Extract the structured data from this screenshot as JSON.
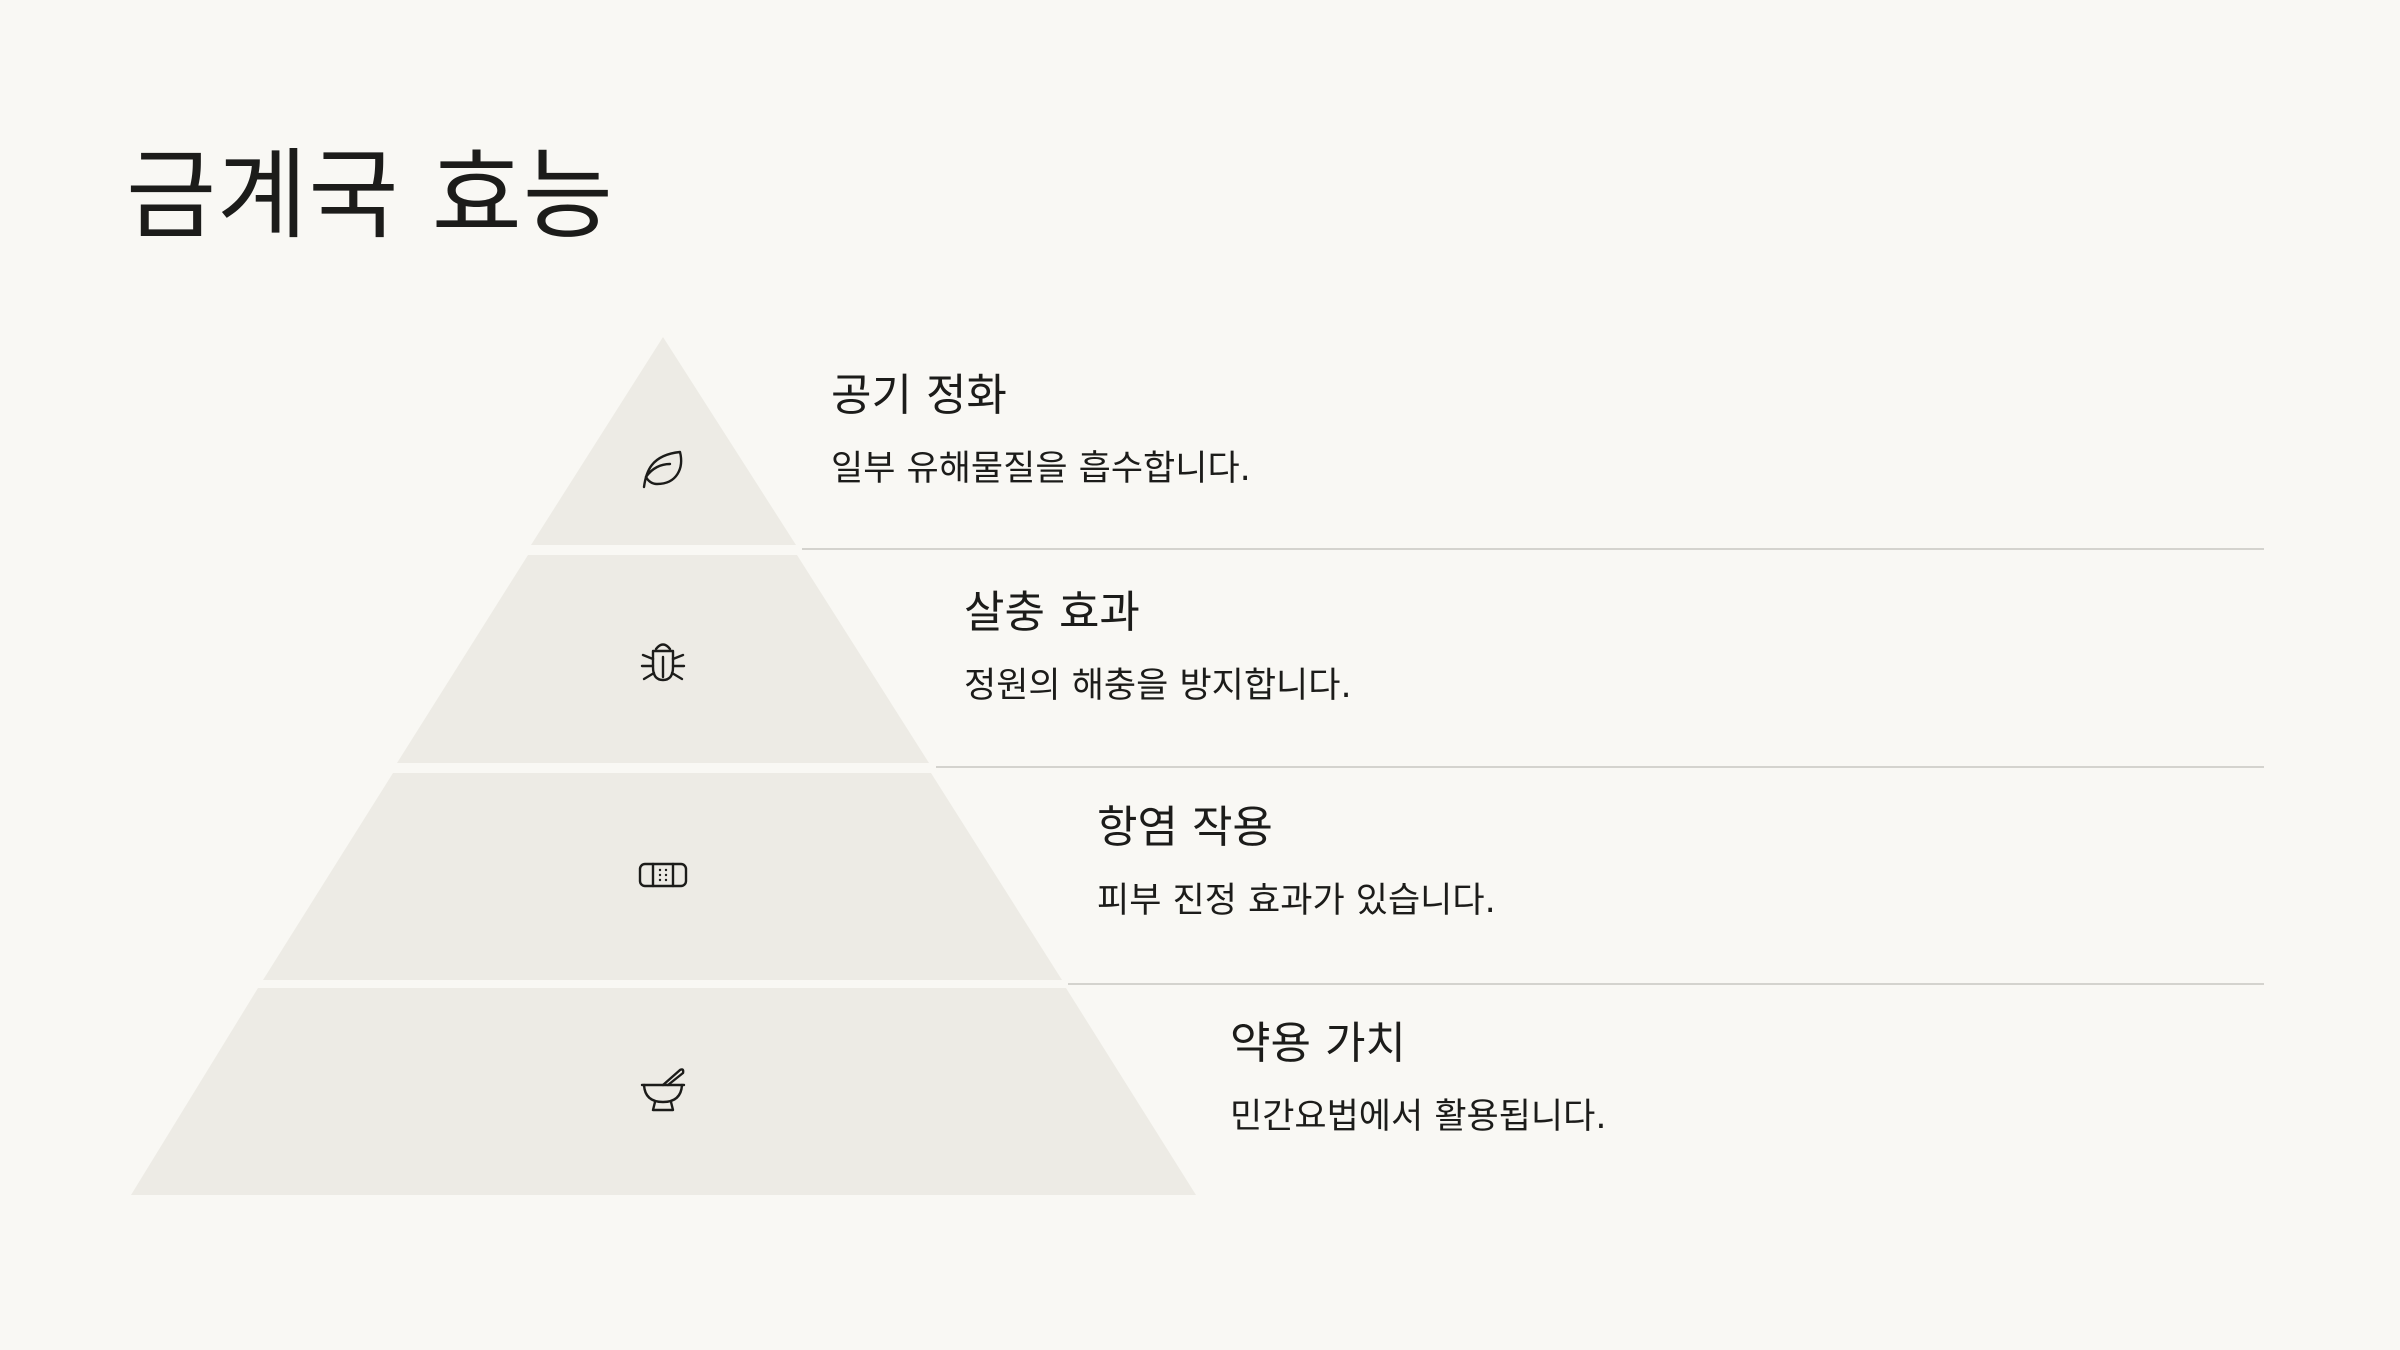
{
  "title": "금계국 효능",
  "levels": [
    {
      "heading": "공기 정화",
      "description": "일부 유해물질을 흡수합니다.",
      "icon": "leaf-icon"
    },
    {
      "heading": "살충 효과",
      "description": "정원의 해충을 방지합니다.",
      "icon": "bug-icon"
    },
    {
      "heading": "항염 작용",
      "description": "피부 진정 효과가 있습니다.",
      "icon": "bandage-icon"
    },
    {
      "heading": "약용 가치",
      "description": "민간요법에서 활용됩니다.",
      "icon": "mortar-pestle-icon"
    }
  ],
  "colors": {
    "background": "#f9f8f4",
    "pyramid_fill": "#edebe5",
    "text": "#1c1c1a",
    "divider": "#d4d3ce"
  }
}
